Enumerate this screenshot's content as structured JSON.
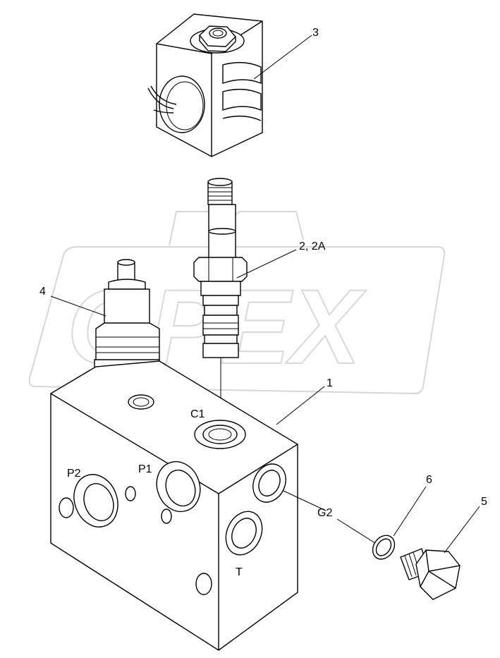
{
  "watermark": {
    "text": "OPEX"
  },
  "callouts": {
    "item_3": "3",
    "item_2": "2, 2A",
    "item_4": "4",
    "item_1": "1",
    "item_6": "6",
    "item_5": "5"
  },
  "ports": {
    "c1": "C1",
    "p2": "P2",
    "p1": "P1",
    "g2": "G2",
    "t": "T"
  }
}
